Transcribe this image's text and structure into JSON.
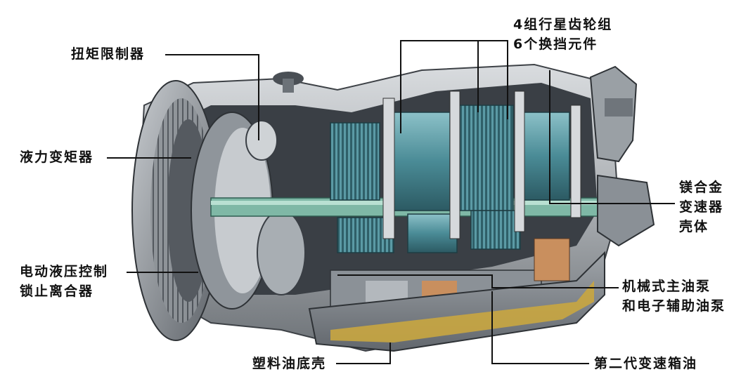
{
  "labels": {
    "torque_limiter": "扭矩限制器",
    "torque_converter": "液力变矩器",
    "lockup_clutch": [
      "电动液压控制",
      "锁止离合器"
    ],
    "planetary": [
      "4组行星齿轮组",
      "6个换挡元件"
    ],
    "housing": [
      "镁合金",
      "变速器",
      "壳体"
    ],
    "pumps": [
      "机械式主油泵",
      "和电子辅助油泵"
    ],
    "oil_pan": "塑料油底壳",
    "oil": "第二代变速箱油"
  },
  "colors": {
    "housing_grey": "#b9bcbf",
    "housing_dark": "#5b6066",
    "gear_teal": "#4a8b96",
    "shaft_green": "#7fb8a6",
    "oil_gold": "#c9a640",
    "copper": "#c98f5e",
    "leader": "#111111"
  }
}
